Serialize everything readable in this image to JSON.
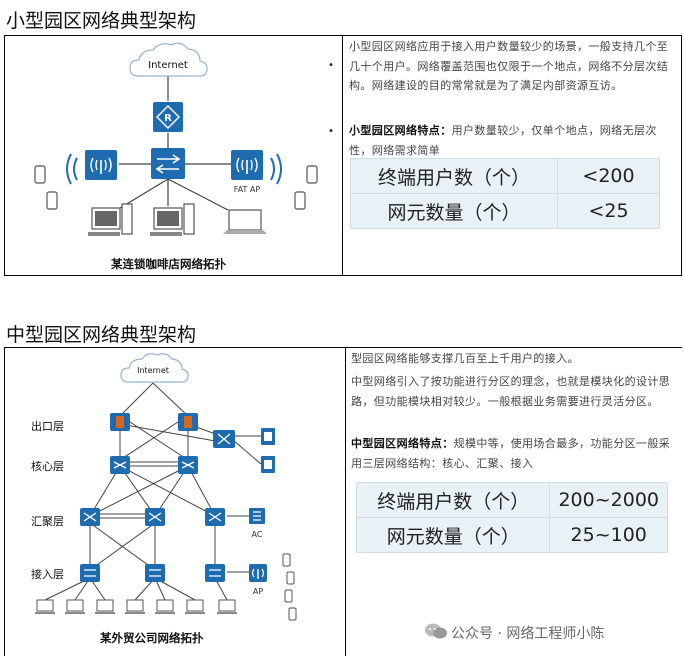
{
  "small": {
    "heading": "小型园区网络典型架构",
    "caption": "某连锁咖啡店网络拓扑",
    "internet_label": "Internet",
    "fatap_label": "FAT AP",
    "para1": "小型园区网络应用于接入用户数量较少的场景，一般支持几个至几十个用户。网络覆盖范围也仅限于一个地点，网络不分层次结构。网络建设的目的常常就是为了满足内部资源互访。",
    "para2_bold": "小型园区网络特点：",
    "para2": "用户数量较少，仅单个地点，网络无层次性，网络需求简单",
    "table": [
      {
        "label": "终端用户数（个）",
        "value": "<200"
      },
      {
        "label": "网元数量（个）",
        "value": "<25"
      }
    ]
  },
  "medium": {
    "heading": "中型园区网络典型架构",
    "caption": "某外贸公司网络拓扑",
    "internet_label": "Internet",
    "layers": [
      "出口层",
      "核心层",
      "汇聚层",
      "接入层"
    ],
    "ac_label": "AC",
    "ap_label": "AP",
    "para1": "型园区网络能够支撑几百至上千用户的接入。",
    "para2": "中型网络引入了按功能进行分区的理念，也就是模块化的设计思路，但功能模块相对较少。一般根据业务需要进行灵活分区。",
    "para3_bold": "中型园区网络特点：",
    "para3": "规模中等，使用场合最多，功能分区一般采用三层网络结构：核心、汇聚、接入",
    "table": [
      {
        "label": "终端用户数（个）",
        "value": "200~2000"
      },
      {
        "label": "网元数量（个）",
        "value": "25~100"
      }
    ]
  },
  "watermark": "公众号 · 网络工程师小陈",
  "colors": {
    "device": "#1e6bb0",
    "link": "#444444",
    "table_bg": "#e8f1f6",
    "firewall": "#d2691e"
  }
}
